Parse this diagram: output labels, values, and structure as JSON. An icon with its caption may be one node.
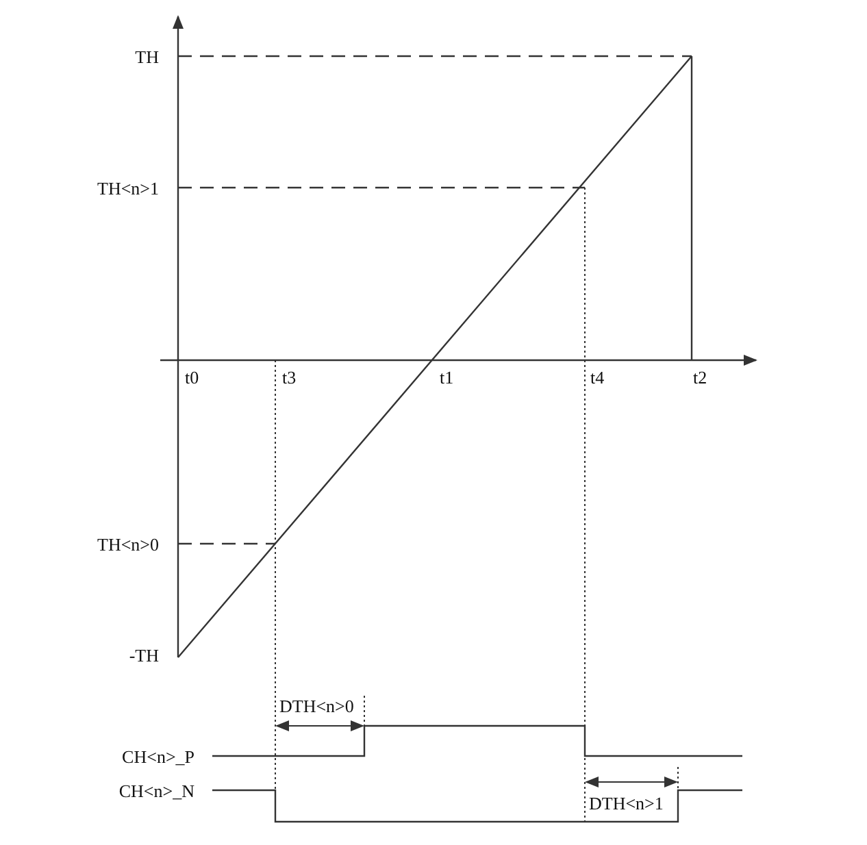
{
  "diagram": {
    "labels": [
      "TH",
      "TH<n>1",
      "t0",
      "t3",
      "t1",
      "t4",
      "t2",
      "TH<n>0",
      "-TH",
      "DTH<n>0",
      "CH<n>_P",
      "CH<n>_N",
      "DTH<n>1"
    ]
  }
}
